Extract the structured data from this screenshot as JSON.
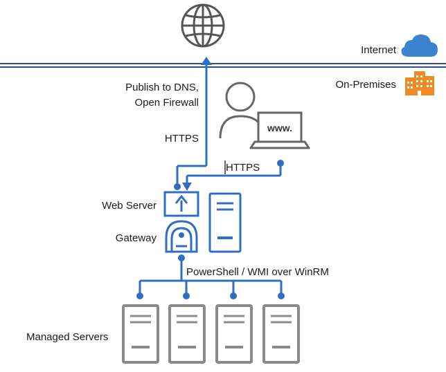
{
  "zones": {
    "internet": "Internet",
    "on_premises": "On-Premises"
  },
  "labels": {
    "publish_line1": "Publish to DNS,",
    "publish_line2": "Open Firewall",
    "https_left": "HTTPS",
    "https_user": "HTTPS",
    "web_server": "Web Server",
    "gateway": "Gateway",
    "protocol": "PowerShell / WMI over WinRM",
    "managed_servers": "Managed Servers",
    "browser_text": "www."
  },
  "icons": [
    "globe-icon",
    "cloud-icon",
    "buildings-icon",
    "user-icon",
    "laptop-icon",
    "web-server-icon",
    "gateway-icon",
    "server-icon"
  ],
  "colors": {
    "accent_blue": "#2f6fbf",
    "cloud_blue": "#3b82cf",
    "building_orange": "#f08a24",
    "gray": "#8a8a8a",
    "boundary_blue": "#2b4f8e"
  }
}
